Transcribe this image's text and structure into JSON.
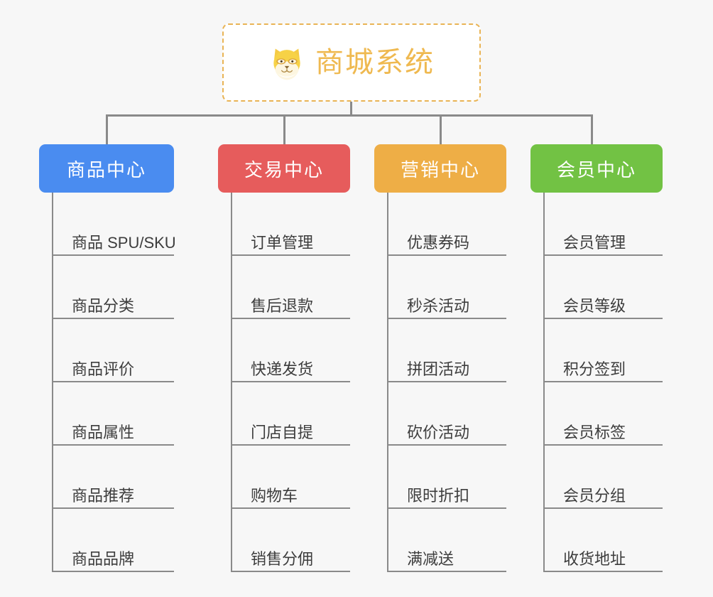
{
  "background_color": "#f7f7f7",
  "connector_color": "#8a8a8a",
  "root": {
    "title": "商城系统",
    "icon": "shiba-dog-face-icon",
    "border_color": "#e9b455",
    "text_color": "#efb950",
    "background_color": "#ffffff"
  },
  "branches": [
    {
      "label": "商品中心",
      "color": "#4a8cf0",
      "items": [
        "商品 SPU/SKU",
        "商品分类",
        "商品评价",
        "商品属性",
        "商品推荐",
        "商品品牌"
      ]
    },
    {
      "label": "交易中心",
      "color": "#e65c5c",
      "items": [
        "订单管理",
        "售后退款",
        "快递发货",
        "门店自提",
        "购物车",
        "销售分佣"
      ]
    },
    {
      "label": "营销中心",
      "color": "#eeae46",
      "items": [
        "优惠券码",
        "秒杀活动",
        "拼团活动",
        "砍价活动",
        "限时折扣",
        "满减送"
      ]
    },
    {
      "label": "会员中心",
      "color": "#72c244",
      "items": [
        "会员管理",
        "会员等级",
        "积分签到",
        "会员标签",
        "会员分组",
        "收货地址"
      ]
    }
  ]
}
